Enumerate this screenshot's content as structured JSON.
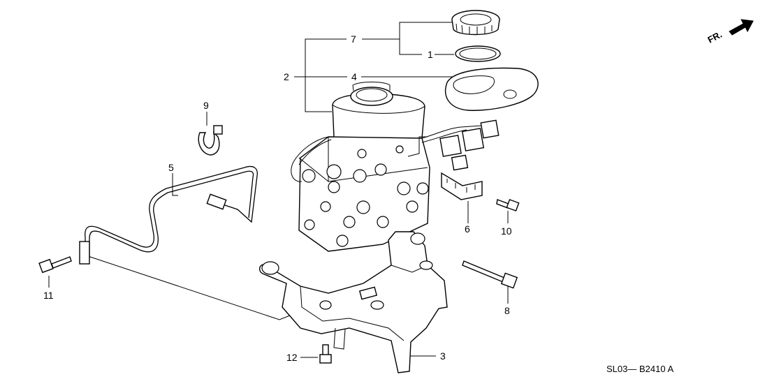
{
  "diagram": {
    "direction_label": "FR.",
    "diagram_code": "SL03— B2410 A",
    "callouts": [
      "1",
      "2",
      "3",
      "4",
      "5",
      "6",
      "7",
      "8",
      "9",
      "10",
      "11",
      "12"
    ]
  },
  "parts": {
    "reservoir_cap": "reservoir-cap",
    "cap_seal": "cap-seal",
    "gasket": "reservoir-gasket",
    "modulator": "abs-modulator-unit",
    "bracket": "mounting-bracket",
    "brake_pipe": "brake-pipe",
    "pipe_clip": "pipe-clip",
    "connector_bracket": "connector-bracket",
    "bolt_small": "flange-bolt",
    "bolt_long": "long-flange-bolt"
  }
}
